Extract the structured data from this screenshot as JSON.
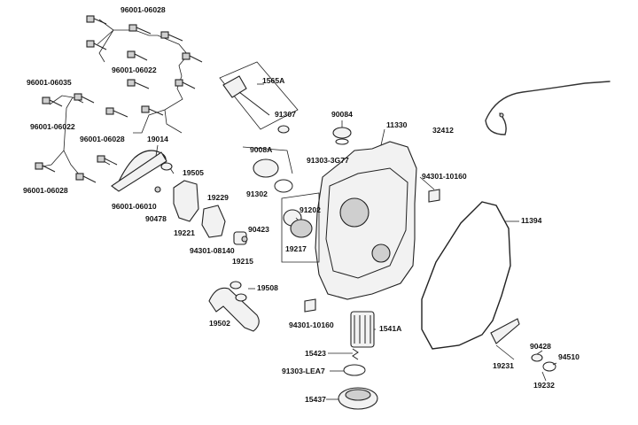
{
  "part_labels": {
    "p96001_06028_top": "96001-06028",
    "p96001_06022_top": "96001-06022",
    "p96001_06035": "96001-06035",
    "p96001_06022_mid": "96001-06022",
    "p96001_06028_mid": "96001-06028",
    "p96001_06028_bottom": "96001-06028",
    "p1565A": "1565A",
    "p91307": "91307",
    "p90084": "90084",
    "p11330": "11330",
    "p32412": "32412",
    "p19014": "19014",
    "p19505": "19505",
    "p9008A": "9008A",
    "p91303_3G77": "91303-3G77",
    "p94301_10160_top": "94301-10160",
    "p91302": "91302",
    "p96001_06010": "96001-06010",
    "p90478": "90478",
    "p19221": "19221",
    "p19229": "19229",
    "p91202": "91202",
    "p11394": "11394",
    "p90423": "90423",
    "p94301_08140": "94301-08140",
    "p19215": "19215",
    "p19217": "19217",
    "p19508": "19508",
    "p19502": "19502",
    "p94301_10160_bottom": "94301-10160",
    "p1541A": "1541A",
    "p15423": "15423",
    "p91303_LEA7": "91303-LEA7",
    "p15437": "15437",
    "p90428": "90428",
    "p94510": "94510",
    "p19231": "19231",
    "p19232": "19232"
  }
}
